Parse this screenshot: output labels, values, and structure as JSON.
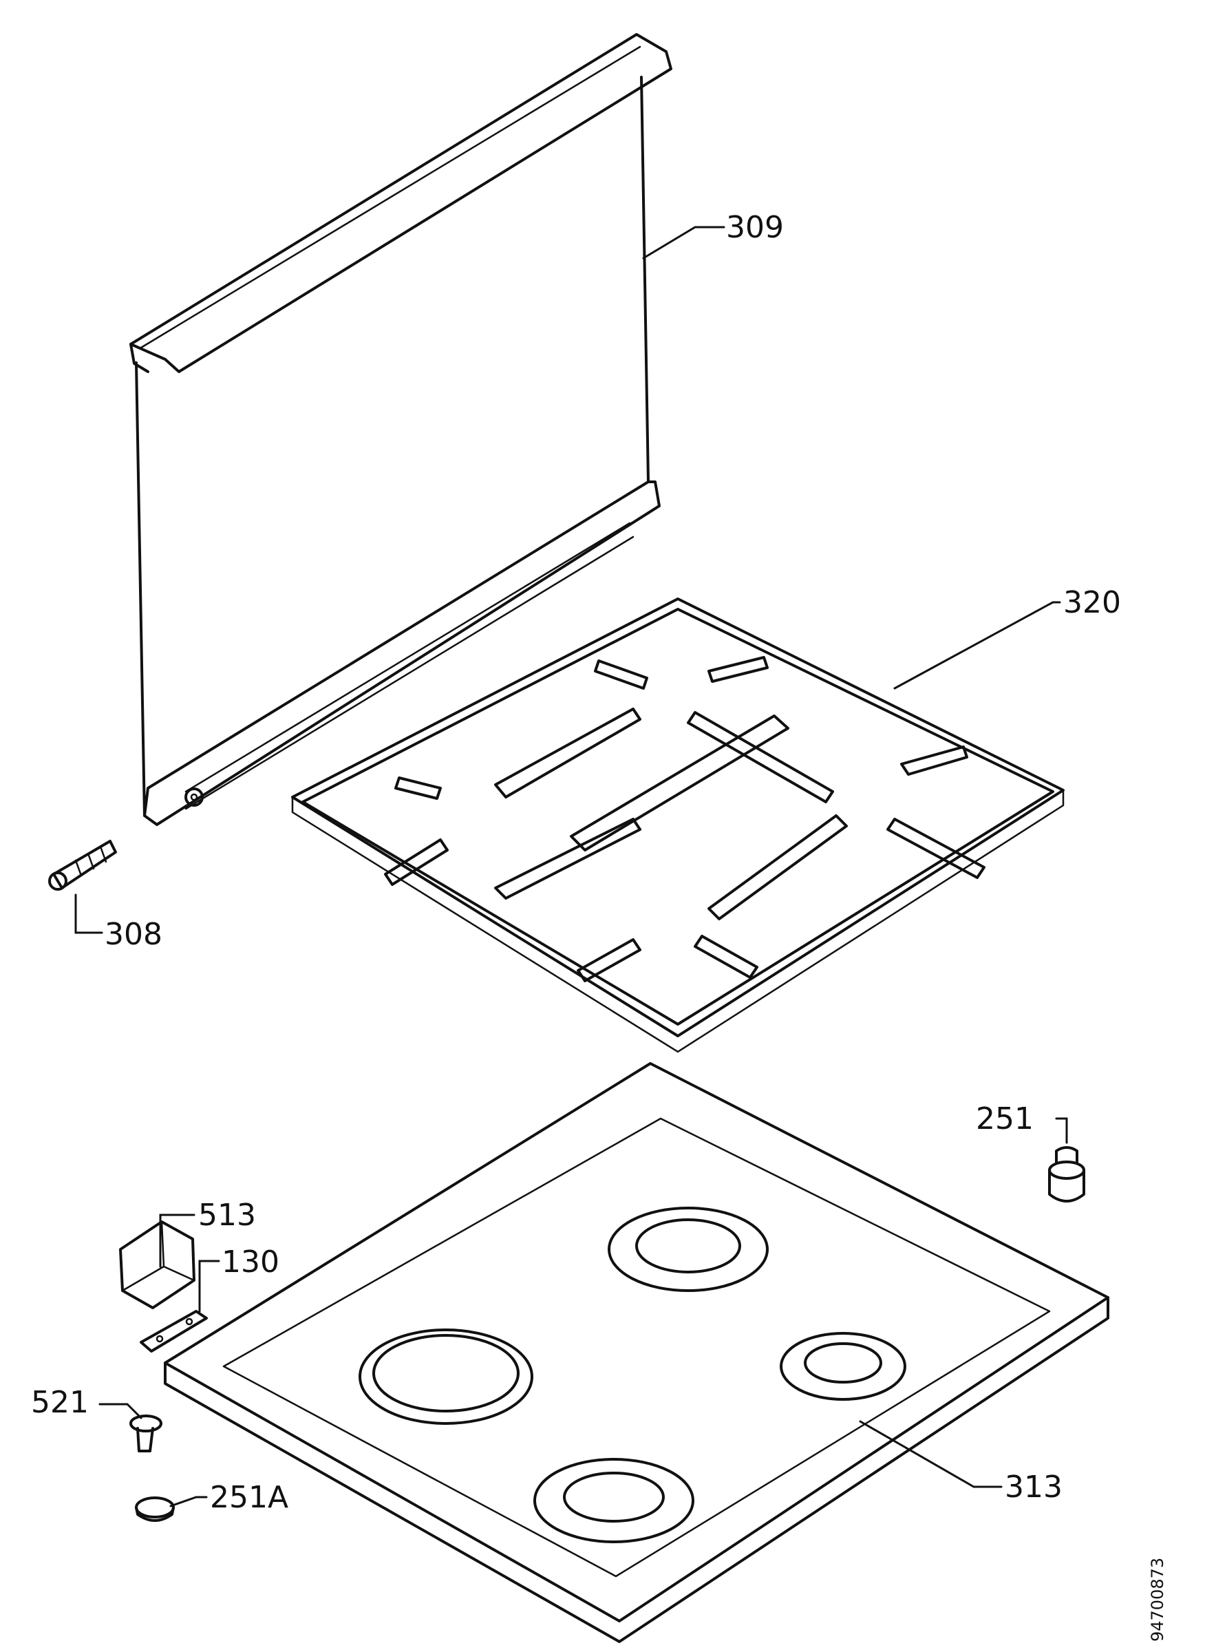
{
  "diagram": {
    "reference_number": "94700873",
    "callouts": [
      {
        "id": "309",
        "text": "309"
      },
      {
        "id": "320",
        "text": "320"
      },
      {
        "id": "308",
        "text": "308"
      },
      {
        "id": "251",
        "text": "251"
      },
      {
        "id": "513",
        "text": "513"
      },
      {
        "id": "130",
        "text": "130"
      },
      {
        "id": "521",
        "text": "521"
      },
      {
        "id": "251A",
        "text": "251A"
      },
      {
        "id": "313",
        "text": "313"
      }
    ]
  }
}
